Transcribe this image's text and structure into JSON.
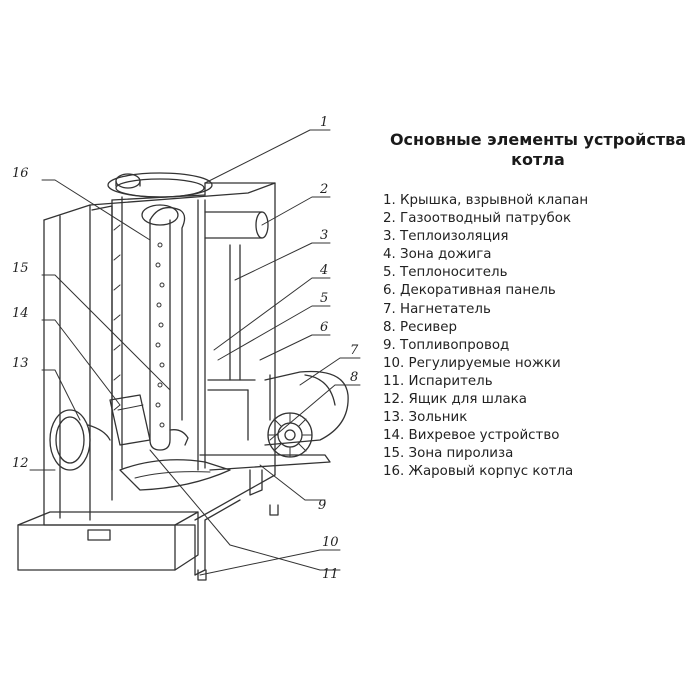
{
  "title_line1": "Основные элементы устройства",
  "title_line2": "котла",
  "legend": [
    "1. Крышка, взрывной клапан",
    "2. Газоотводный патрубок",
    "3. Теплоизоляция",
    "4. Зона дожига",
    "5. Теплоноситель",
    "6. Декоративная панель",
    "7. Нагнетатель",
    "8. Ресивер",
    "9. Топливопровод",
    "10. Регулируемые ножки",
    "11. Испаритель",
    "12. Ящик для шлака",
    "13. Зольник",
    "14. Вихревое устройство",
    "15. Зона пиролиза",
    "16. Жаровый корпус котла"
  ],
  "callouts": {
    "c1": "1",
    "c2": "2",
    "c3": "3",
    "c4": "4",
    "c5": "5",
    "c6": "6",
    "c7": "7",
    "c8": "8",
    "c9": "9",
    "c10": "10",
    "c11": "11",
    "c12": "12",
    "c13": "13",
    "c14": "14",
    "c15": "15",
    "c16": "16"
  }
}
